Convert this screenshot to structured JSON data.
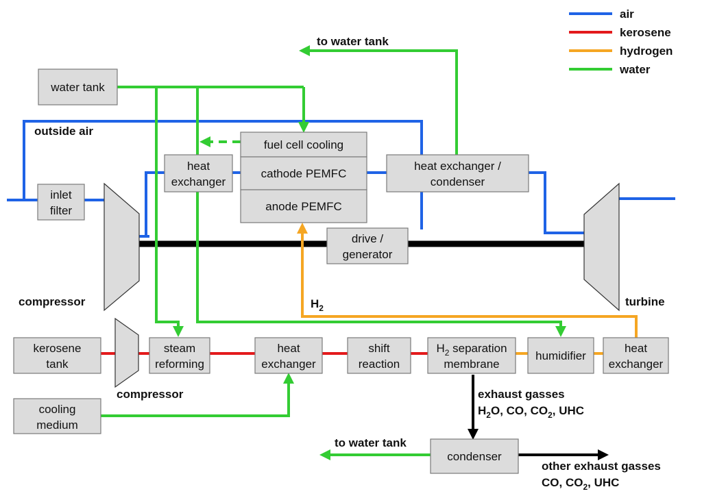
{
  "legend": [
    {
      "label": "air",
      "color": "#1f63e6"
    },
    {
      "label": "kerosene",
      "color": "#e31a1c"
    },
    {
      "label": "hydrogen",
      "color": "#f5a623"
    },
    {
      "label": "water",
      "color": "#33cc33"
    }
  ],
  "colors": {
    "air": "#1f63e6",
    "kerosene": "#e31a1c",
    "hydrogen": "#f5a623",
    "water": "#33cc33",
    "shaft": "#000000",
    "box": "#dcdcdc"
  },
  "boxes": {
    "water_tank": "water tank",
    "inlet_filter": [
      "inlet",
      "filter"
    ],
    "heat_exchanger_air": [
      "heat",
      "exchanger"
    ],
    "fuel_cell_cooling": "fuel cell cooling",
    "cathode": "cathode PEMFC",
    "anode": "anode PEMFC",
    "hx_condenser": [
      "heat exchanger /",
      "condenser"
    ],
    "drive": [
      "drive /",
      "generator"
    ],
    "kerosene_tank": [
      "kerosene",
      "tank"
    ],
    "steam_reforming": [
      "steam",
      "reforming"
    ],
    "heat_exchanger_mid": [
      "heat",
      "exchanger"
    ],
    "shift": [
      "shift",
      "reaction"
    ],
    "h2_sep": {
      "line1_pre": "H",
      "line1_sub": "2",
      "line1_post": " separation",
      "line2": "membrane"
    },
    "humidifier": "humidifier",
    "heat_exchanger_right": [
      "heat",
      "exchanger"
    ],
    "cooling_medium": [
      "cooling",
      "medium"
    ],
    "condenser": "condenser"
  },
  "labels": {
    "to_water_tank_top": "to water tank",
    "outside_air": "outside air",
    "compressor_main": "compressor",
    "turbine": "turbine",
    "h2": {
      "main": "H",
      "sub": "2"
    },
    "compressor_small": "compressor",
    "exhaust_line1": "exhaust gasses",
    "exhaust_line2": {
      "a": "H",
      "a_sub": "2",
      "b": "O, CO, CO",
      "b_sub": "2",
      "c": ", UHC"
    },
    "to_water_tank_bottom": "to water tank",
    "other_exhaust_line1": "other exhaust gasses",
    "other_exhaust_line2": {
      "a": "CO, CO",
      "a_sub": "2",
      "b": ", UHC"
    }
  }
}
